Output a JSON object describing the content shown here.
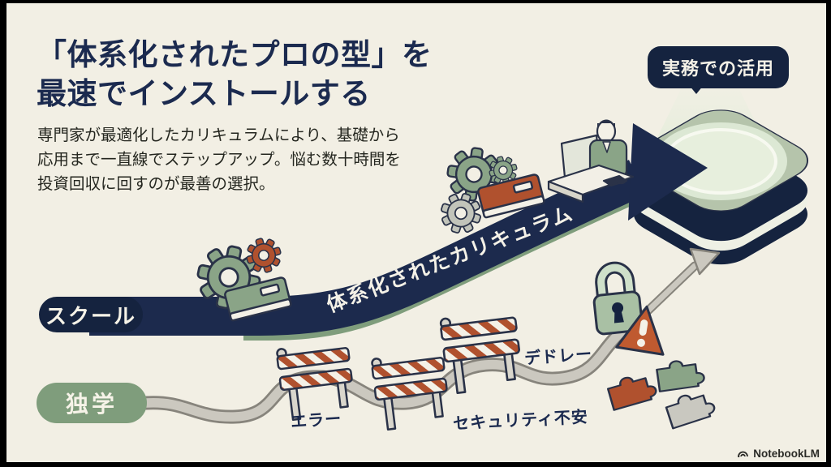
{
  "page": {
    "background": "#f2efe4",
    "frame_color": "#000000",
    "accent_navy": "#15233f",
    "accent_green": "#7f9d7c",
    "accent_orange": "#b0512e",
    "road_gray": "#cbc8bf"
  },
  "header": {
    "title_line1": "「体系化されたプロの型」を",
    "title_line2": "最速でインストールする",
    "description_line1": "専門家が最適化したカリキュラムにより、基礎から",
    "description_line2": "応用まで一直線でステップアップ。悩む数十時間を",
    "description_line3": "投資回収に回すのが最善の選択。"
  },
  "diagram": {
    "goal_badge_label": "実務での活用",
    "school_path_label": "スクール",
    "self_study_path_label": "独学",
    "school_arrow_label": "体系化されたカリキュラム",
    "obstacles": [
      {
        "label": "エラー"
      },
      {
        "label": "セキュリティ不安"
      },
      {
        "label": "デドレー"
      }
    ],
    "icons": {
      "gear": "gear-icon",
      "book": "book-icon",
      "roadblock": "roadblock-barrier-icon",
      "padlock": "padlock-icon",
      "warning": "warning-triangle-icon",
      "puzzle": "puzzle-piece-icon",
      "workstation": "person-at-desk-icon",
      "platform": "goal-platform",
      "arrow": "ascending-arrow"
    }
  },
  "footer": {
    "brand": "NotebookLM"
  }
}
